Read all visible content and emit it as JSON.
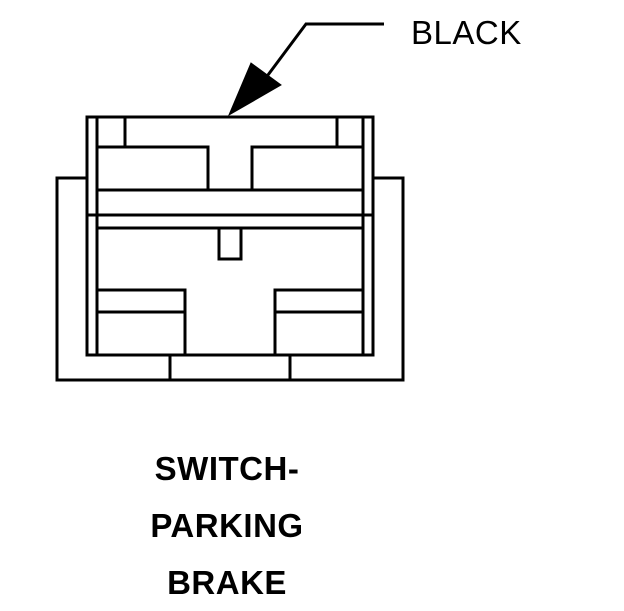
{
  "callout": {
    "label": "BLACK"
  },
  "caption": {
    "lines": [
      "SWITCH-",
      "PARKING",
      "BRAKE"
    ]
  },
  "colors": {
    "ink": "#000000",
    "background": "#ffffff"
  }
}
